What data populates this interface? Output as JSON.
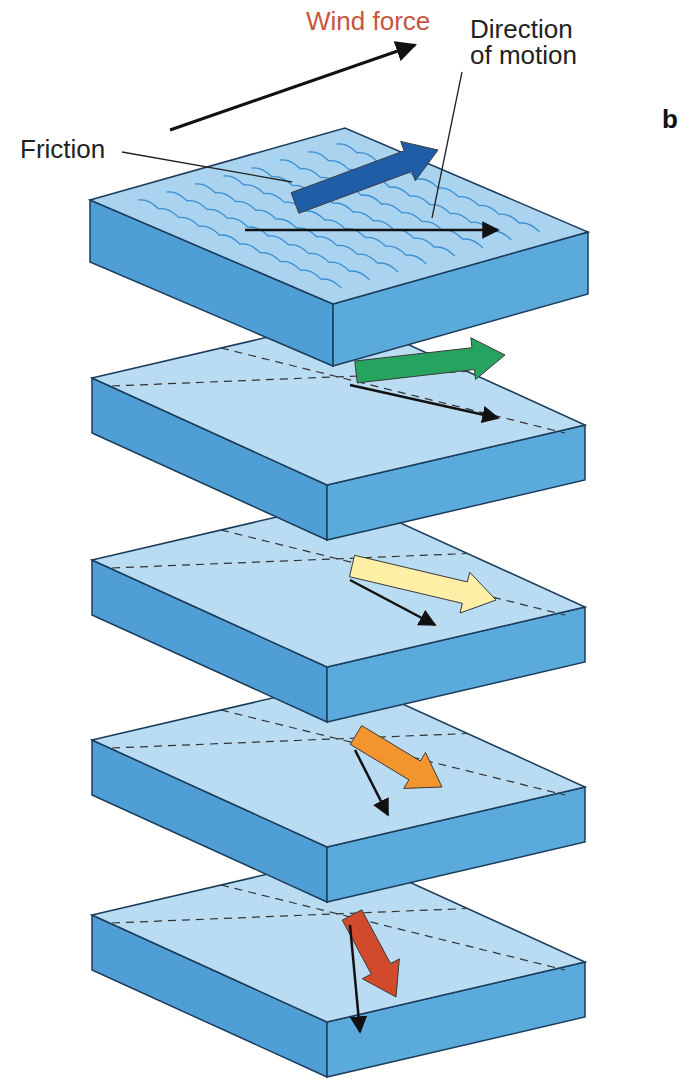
{
  "diagram": {
    "labels": [
      "Wind force",
      "Friction",
      "Direction of motion",
      "b"
    ]
  }
}
